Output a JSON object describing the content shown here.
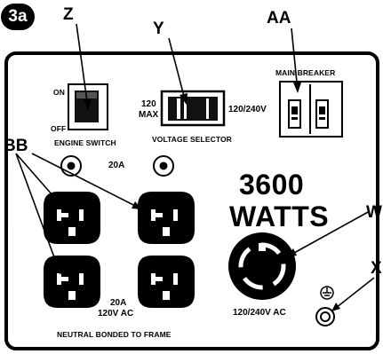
{
  "figure": {
    "badge": "3a",
    "callouts": {
      "z": "Z",
      "y": "Y",
      "aa": "AA",
      "bb": "BB",
      "w": "W",
      "x": "X"
    }
  },
  "panel": {
    "engine_switch": {
      "on_label": "ON",
      "off_label": "OFF",
      "caption": "ENGINE SWITCH"
    },
    "voltage_selector": {
      "left_label_line1": "120",
      "left_label_line2": "MAX",
      "right_label": "120/240V",
      "caption": "VOLTAGE SELECTOR"
    },
    "main_breaker": {
      "caption": "MAIN BREAKER"
    },
    "breaker_rating": "20A",
    "wattage": {
      "line1": "3600",
      "line2": "WATTS"
    },
    "outlets_120": {
      "rating_line1": "20A",
      "rating_line2": "120V AC"
    },
    "outlet_240": {
      "rating": "120/240V AC"
    },
    "footer": "NEUTRAL BONDED TO FRAME"
  }
}
